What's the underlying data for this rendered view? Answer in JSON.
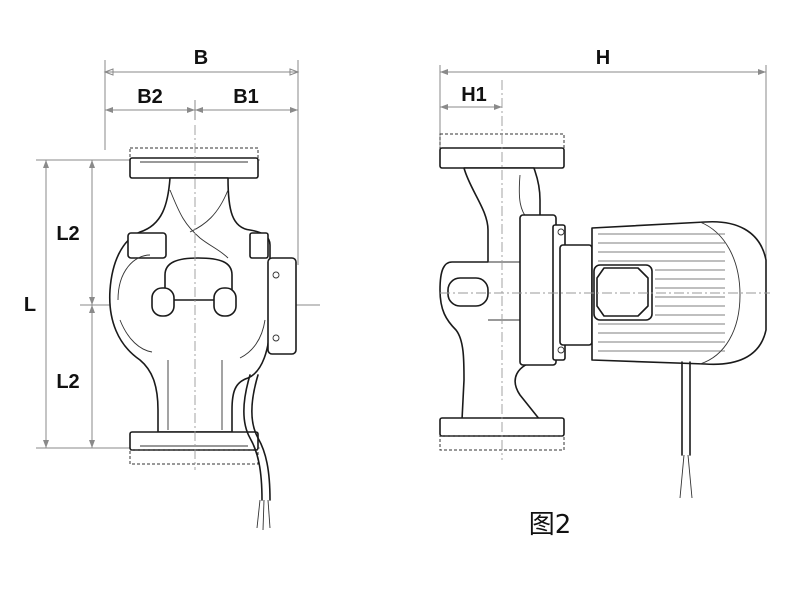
{
  "figure": {
    "caption": "图2"
  },
  "front_view": {
    "labels": {
      "b": "B",
      "b1": "B1",
      "b2": "B2",
      "l": "L",
      "l2_top": "L2",
      "l2_bottom": "L2"
    }
  },
  "side_view": {
    "labels": {
      "h": "H",
      "h1": "H1"
    }
  }
}
